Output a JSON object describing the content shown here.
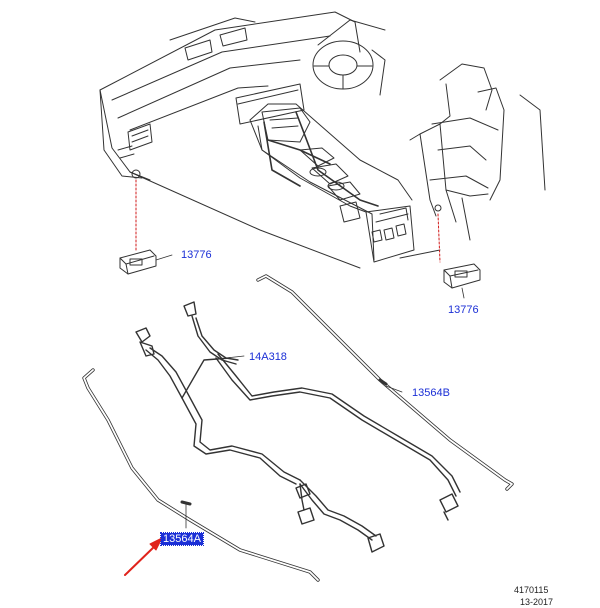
{
  "callouts": {
    "module_left": "13776",
    "module_right": "13776",
    "harness": "14A318",
    "cable_right": "13564B",
    "cable_left": "13564A"
  },
  "reference": {
    "number": "4170115",
    "date": "13-2017"
  },
  "colors": {
    "line": "#333333",
    "callout": "#1b2fd6",
    "highlight": "#1b2fd6",
    "arrow": "#e0231c",
    "leader_dash": "#d11a1a"
  },
  "icons": {
    "arrow": "red-pointer-arrow-icon"
  }
}
